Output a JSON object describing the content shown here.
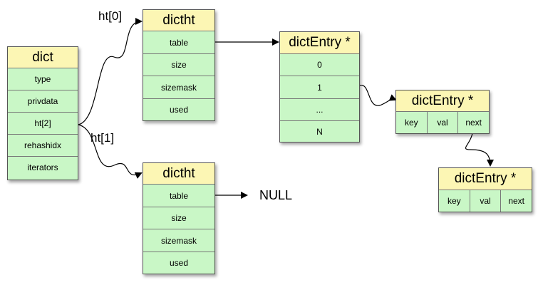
{
  "dict": {
    "title": "dict",
    "fields": [
      "type",
      "privdata",
      "ht[2]",
      "rehashidx",
      "iterators"
    ]
  },
  "ht0": {
    "label": "ht[0]",
    "title": "dictht",
    "fields": [
      "table",
      "size",
      "sizemask",
      "used"
    ]
  },
  "ht1": {
    "label": "ht[1]",
    "title": "dictht",
    "fields": [
      "table",
      "size",
      "sizemask",
      "used"
    ],
    "table_target": "NULL"
  },
  "table_array": {
    "title": "dictEntry *",
    "cells": [
      "0",
      "1",
      "...",
      "N"
    ]
  },
  "entry1": {
    "title": "dictEntry *",
    "cells": [
      "key",
      "val",
      "next"
    ]
  },
  "entry2": {
    "title": "dictEntry *",
    "cells": [
      "key",
      "val",
      "next"
    ]
  }
}
